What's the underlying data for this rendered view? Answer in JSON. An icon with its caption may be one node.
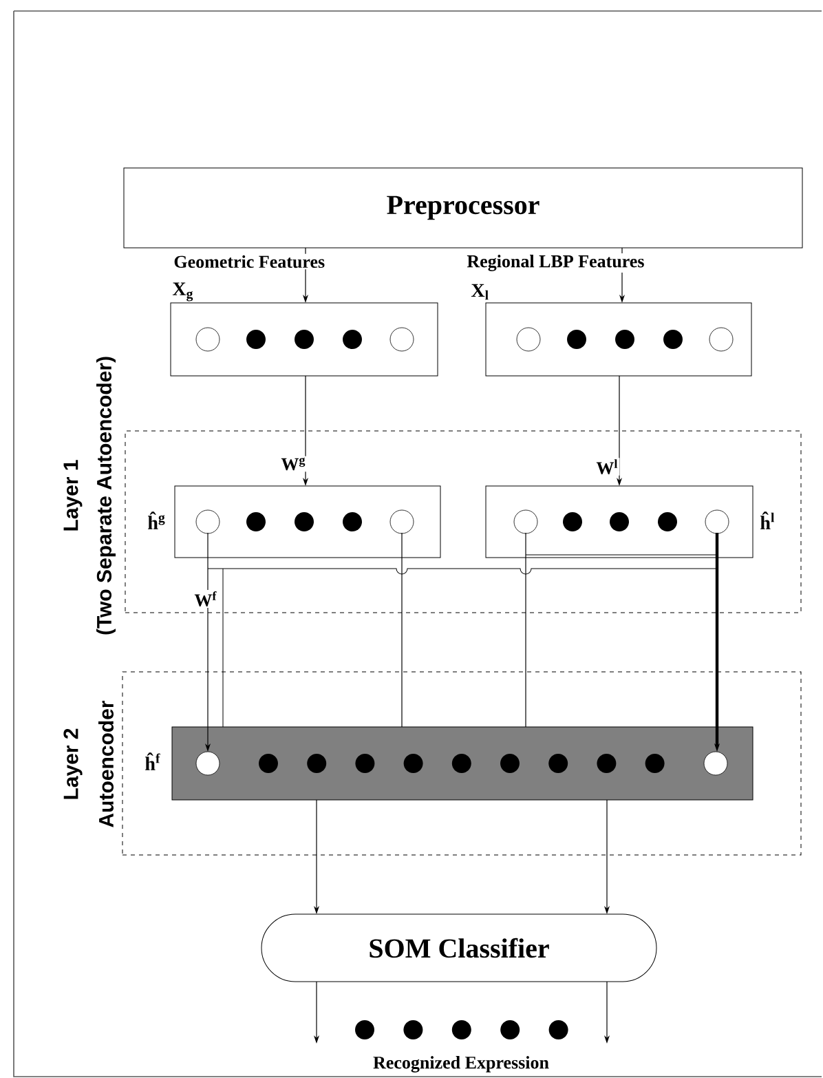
{
  "diagram": {
    "nodes": [
      {
        "text": [
          "Preprocessor"
        ]
      },
      {
        "text": [],
        "shape": "box",
        "beside": [
          "X$_{g}$"
        ]
      },
      {
        "text": [],
        "shape": "box",
        "beside": [
          "X$_{l}$"
        ]
      },
      {
        "text": [
          "Layer 1",
          "(Two Separate Autoencoder)"
        ]
      },
      {
        "text": [],
        "shape": "box",
        "in": 3,
        "beside": [
          "ĥ$^{g}$"
        ]
      },
      {
        "text": [],
        "shape": "box",
        "in": 3,
        "beside": [
          "ĥ$^{l}$"
        ]
      },
      {
        "text": [
          "Layer 2",
          "Autoencoder"
        ]
      },
      {
        "text": [],
        "shape": "box",
        "in": 6,
        "beside": [
          "ĥ$^{f}$"
        ]
      },
      {
        "text": [
          "SOM Classifier"
        ]
      }
    ],
    "edges": [
      {
        "from": 0,
        "to": 1,
        "arrow": "to",
        "label": "Geometric Features"
      },
      {
        "from": 0,
        "to": 2,
        "arrow": "to",
        "label": "Regional LBP Features"
      },
      {
        "from": 1,
        "to": 4,
        "arrow": "to",
        "label": "W$^{g}$"
      },
      {
        "from": 2,
        "to": 5,
        "arrow": "to",
        "label": "W$^{l}$"
      },
      {
        "from": 4,
        "to": 7,
        "arrow": "to",
        "label": "W$^{f}$"
      },
      {
        "from": 4,
        "to": 7,
        "arrow": "none"
      },
      {
        "from": 5,
        "to": 7,
        "arrow": "none"
      },
      {
        "from": 5,
        "to": 7,
        "arrow": "to",
        "style": "thick"
      },
      {
        "from": 7,
        "to": 8,
        "arrow": "to"
      },
      {
        "from": 7,
        "to": 8,
        "arrow": "to"
      },
      {
        "from": 8,
        "to": null,
        "arrow": "to"
      },
      {
        "from": 8,
        "to": null,
        "arrow": "to"
      }
    ],
    "labels": [
      "Recognized Expression"
    ]
  }
}
